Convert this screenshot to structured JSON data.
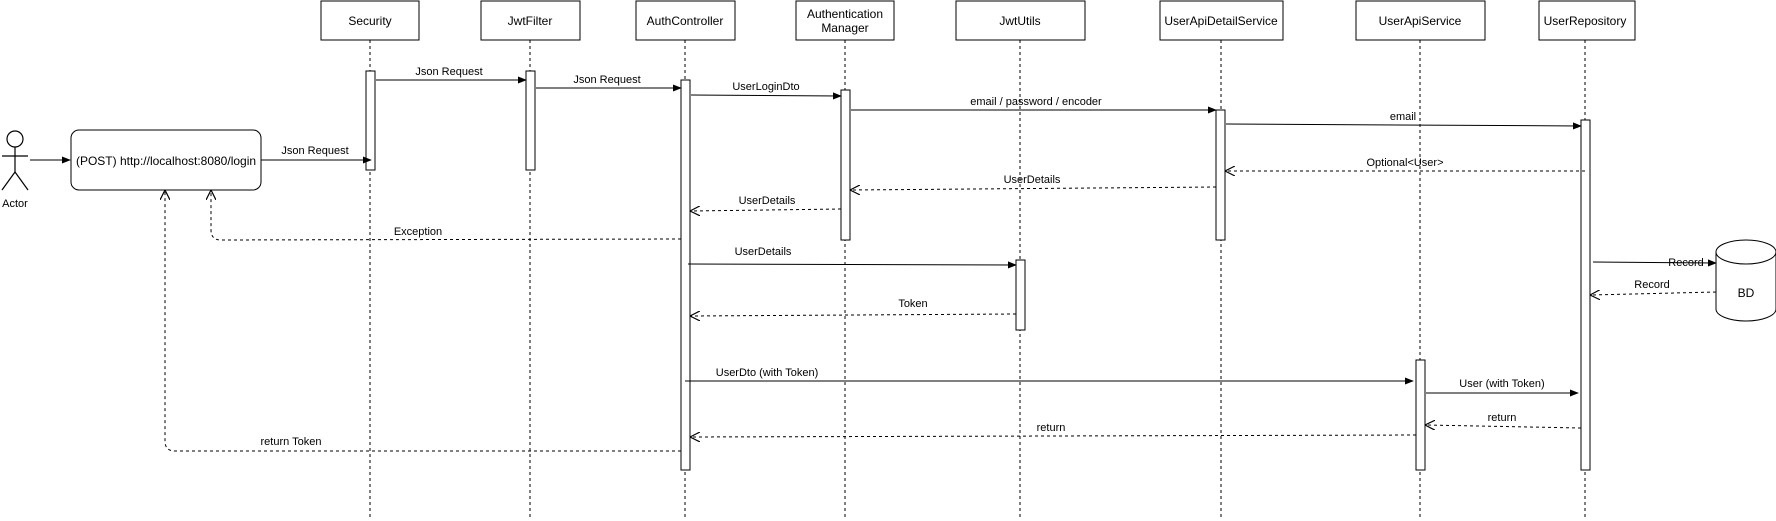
{
  "actor": {
    "name": "Actor"
  },
  "request_box": {
    "label": "(POST) http://localhost:8080/login"
  },
  "database": {
    "label": "BD"
  },
  "participants": [
    {
      "id": "security",
      "label": [
        "Security"
      ]
    },
    {
      "id": "jwt-filter",
      "label": [
        "JwtFilter"
      ]
    },
    {
      "id": "auth-controller",
      "label": [
        "AuthController"
      ]
    },
    {
      "id": "authentication-manager",
      "label": [
        "Authentication",
        "Manager"
      ]
    },
    {
      "id": "jwt-utils",
      "label": [
        "JwtUtils"
      ]
    },
    {
      "id": "user-api-detail-service",
      "label": [
        "UserApiDetailService"
      ]
    },
    {
      "id": "user-api-service",
      "label": [
        "UserApiService"
      ]
    },
    {
      "id": "user-repository",
      "label": [
        "UserRepository"
      ]
    }
  ],
  "messages": [
    {
      "id": "actor-to-request",
      "label": "",
      "style": "solid"
    },
    {
      "id": "request-to-security",
      "label": "Json Request",
      "style": "solid"
    },
    {
      "id": "security-to-jwtfilter",
      "label": "Json Request",
      "style": "solid"
    },
    {
      "id": "jwtfilter-to-authcontroller",
      "label": "Json Request",
      "style": "solid"
    },
    {
      "id": "authcontroller-to-authmanager",
      "label": "UserLoginDto",
      "style": "solid"
    },
    {
      "id": "authmanager-to-detailservice",
      "label": "email / password / encoder",
      "style": "solid"
    },
    {
      "id": "detailservice-to-repository",
      "label": "email",
      "style": "solid"
    },
    {
      "id": "repository-to-detailservice",
      "label": "Optional<User>",
      "style": "dashed"
    },
    {
      "id": "detailservice-to-authmanager",
      "label": "UserDetails",
      "style": "dashed"
    },
    {
      "id": "authmanager-to-authcontroller",
      "label": "UserDetails",
      "style": "dashed"
    },
    {
      "id": "authcontroller-exception",
      "label": "Exception",
      "style": "dashed"
    },
    {
      "id": "authcontroller-to-jwtutils",
      "label": "UserDetails",
      "style": "solid"
    },
    {
      "id": "jwtutils-to-authcontroller",
      "label": "Token",
      "style": "dashed"
    },
    {
      "id": "repository-to-db",
      "label": "Record",
      "style": "solid"
    },
    {
      "id": "db-to-repository",
      "label": "Record",
      "style": "dashed"
    },
    {
      "id": "authcontroller-to-userapiservice",
      "label": "UserDto (with Token)",
      "style": "solid"
    },
    {
      "id": "userapiservice-to-repository",
      "label": "User (with Token)",
      "style": "solid"
    },
    {
      "id": "repository-to-userapiservice",
      "label": "return",
      "style": "dashed"
    },
    {
      "id": "userapiservice-to-authcontroller",
      "label": "return",
      "style": "dashed"
    },
    {
      "id": "authcontroller-return-token",
      "label": "return Token",
      "style": "dashed"
    }
  ]
}
